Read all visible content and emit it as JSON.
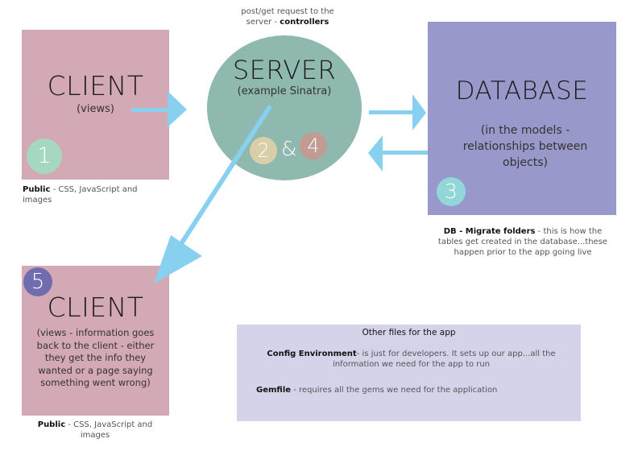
{
  "top_note": {
    "line1": "post/get request to the",
    "line2_prefix": "server - ",
    "line2_bold": "controllers"
  },
  "client1": {
    "title": "CLIENT",
    "subtitle": "(views)",
    "step": "1",
    "caption_bold": "Public",
    "caption_rest": " - CSS, JavaScript and images"
  },
  "server": {
    "title": "SERVER",
    "subtitle": "(example Sinatra)",
    "step_a": "2",
    "amp": "&",
    "step_b": "4"
  },
  "database": {
    "title": "DATABASE",
    "subtitle": "(in the models - relationships between objects)",
    "step": "3",
    "caption_bold": "DB - Migrate folders",
    "caption_rest": " - this is how the tables get created in the database...these happen prior to the app going live"
  },
  "client2": {
    "title": "CLIENT",
    "subtitle": "(views - information goes back to the client - either they get the info they wanted or a page saying something went wrong)",
    "step": "5",
    "caption_bold": "Public",
    "caption_rest": " - CSS, JavaScript and images"
  },
  "other_files": {
    "heading": "Other files for the app",
    "items": [
      {
        "bold": "Config Environment",
        "rest": "- is just for developers. It sets up our app...all the information we need for the app to run"
      },
      {
        "bold": "Gemfile",
        "rest": " - requires all the gems we need for the application"
      }
    ]
  },
  "colors": {
    "client": "#d2a9b4",
    "server": "#8fb8ae",
    "database": "#9899ca",
    "other": "#d5d3ea",
    "arrow": "#87d0f0",
    "step1": "#a6d8c1",
    "step2": "#d8cfa9",
    "step3": "#93d6d9",
    "step4": "#c29b92",
    "step5": "#6f6cb0"
  }
}
